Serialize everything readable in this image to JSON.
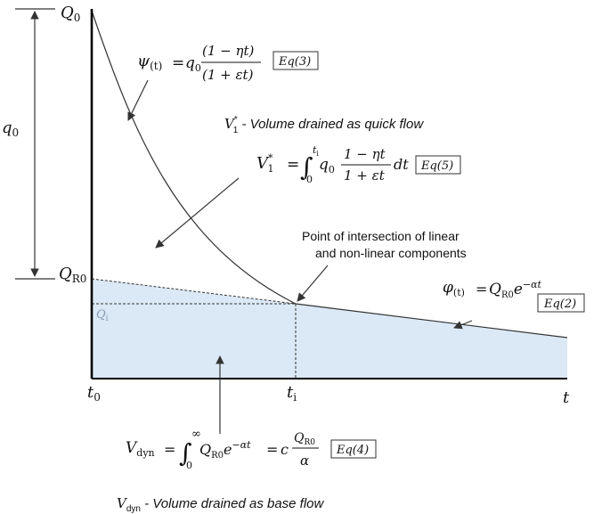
{
  "axes": {
    "q0_top_label_base": "Q",
    "q0_top_label_sub": "0",
    "qr0_label_base": "Q",
    "qr0_label_sub": "R0",
    "qi_label_base": "Q",
    "qi_label_sub": "i",
    "t0_label_base": "t",
    "t0_label_sub": "0",
    "ti_label_base": "t",
    "ti_label_sub": "i",
    "t_label": "t",
    "q0_span_label_base": "q",
    "q0_span_label_sub": "0"
  },
  "eq3": {
    "lhs_base": "ψ",
    "lhs_sub": "(t)",
    "equals": "=",
    "coef_base": "q",
    "coef_sub": "0",
    "numerator": "(1 − ηt)",
    "denominator": "(1 + εt)",
    "tag": "Eq(3)"
  },
  "eq5": {
    "title_base": "V",
    "title_sup": "*",
    "title_sub": "1",
    "title_text": " - Volume drained as quick flow",
    "lhs_base": "V",
    "lhs_sup": "*",
    "lhs_sub": "1",
    "equals": "=",
    "integral": "∫",
    "upper": "t",
    "upper_sub": "i",
    "lower": "0",
    "coef_base": "q",
    "coef_sub": "0",
    "numerator": "1 −  ηt",
    "denominator": "1 +  εt",
    "dt": "dt",
    "tag": "Eq(5)"
  },
  "intersection_label": {
    "line1": "Point of intersection of linear",
    "line2": "and non-linear components"
  },
  "eq2": {
    "lhs_base": "φ",
    "lhs_sub": "(t)",
    "equals": "=",
    "rhs_base": "Q",
    "rhs_sub": "R0",
    "rhs_exp_base": "e",
    "rhs_exp": "−αt",
    "tag": "Eq(2)"
  },
  "eq4": {
    "lhs_base": "V",
    "lhs_sub": "dyn",
    "equals": "=",
    "integral": "∫",
    "upper": "∞",
    "lower": "0",
    "integrand_base": "Q",
    "integrand_sub": "R0",
    "exp_base": "e",
    "exp": "−αt",
    "equals2": "=",
    "c": "c",
    "frac_num_base": "Q",
    "frac_num_sub": "R0",
    "frac_den": "α",
    "tag": "Eq(4)"
  },
  "base_flow_label": {
    "base": "V",
    "sub": "dyn",
    "text": " - Volume drained as base flow"
  },
  "colors": {
    "base_flow_fill": "#dbe9f6",
    "axis": "#000000",
    "curve": "#333333"
  }
}
